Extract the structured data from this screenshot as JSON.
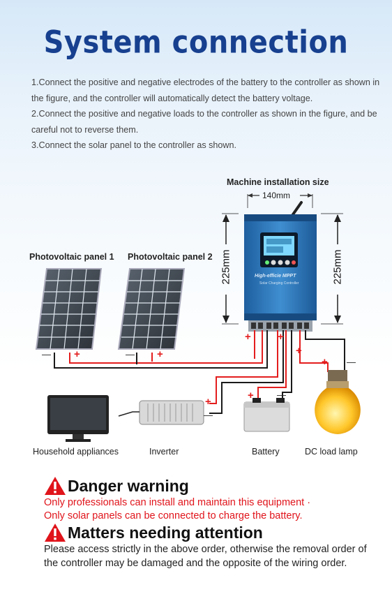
{
  "title": "System connection",
  "steps": [
    "1.Connect the positive and negative electrodes of the battery to the controller as shown in the figure, and the controller will automatically detect the battery voltage.",
    "2.Connect the positive and negative loads to the controller as shown in the figure, and be careful not to reverse them.",
    "3.Connect the solar panel to the controller as shown."
  ],
  "diagram": {
    "install_size_label": "Machine installation size",
    "width_dim": "140mm",
    "height_dim": "225mm",
    "panel1_label": "Photovoltaic panel 1",
    "panel2_label": "Photovoltaic panel 2",
    "appliances_label": "Household appliances",
    "inverter_label": "Inverter",
    "battery_label": "Battery",
    "lamp_label": "DC load lamp",
    "controller_brand": "High-efficie MPPT",
    "controller_sub": "Solar Charging Controller",
    "plus": "+",
    "minus": "—"
  },
  "danger": {
    "heading": "Danger warning",
    "line1": "Only professionals can install and maintain this equipment ·",
    "line2": "Only solar panels can be connected to charge the battery."
  },
  "attention": {
    "heading": "Matters needing attention",
    "text": "Please access strictly in the above order, otherwise the removal order of the controller may be damaged and the opposite of the wiring order."
  },
  "colors": {
    "title": "#17408f",
    "warning_red": "#e0141b",
    "wire_red": "#e41d1d",
    "wire_black": "#1a1a1a",
    "controller_blue": "#2a73b8"
  }
}
